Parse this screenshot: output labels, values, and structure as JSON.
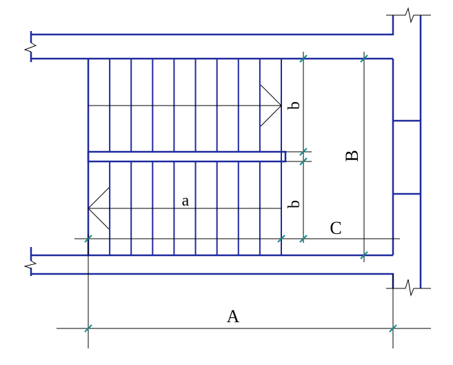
{
  "labels": {
    "A": "A",
    "B": "B",
    "C": "C",
    "a": "a",
    "b_upper": "b",
    "b_lower": "b"
  },
  "colors": {
    "wall": "#1f2a9e",
    "dimension_line": "#000000",
    "tick": "#0f8a8a"
  },
  "flights": {
    "upper_treads": 9,
    "lower_treads": 9
  }
}
